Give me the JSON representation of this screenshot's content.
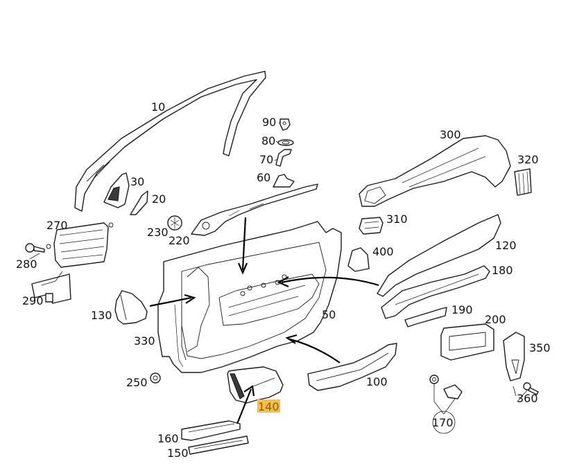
{
  "diagram": {
    "highlight_color": "#f5c04a",
    "callouts": [
      {
        "id": "10",
        "label": "10"
      },
      {
        "id": "20",
        "label": "20"
      },
      {
        "id": "30",
        "label": "30"
      },
      {
        "id": "50",
        "label": "50"
      },
      {
        "id": "60",
        "label": "60"
      },
      {
        "id": "70",
        "label": "70"
      },
      {
        "id": "80",
        "label": "80"
      },
      {
        "id": "90",
        "label": "90"
      },
      {
        "id": "100",
        "label": "100"
      },
      {
        "id": "120",
        "label": "120"
      },
      {
        "id": "130",
        "label": "130"
      },
      {
        "id": "140",
        "label": "140",
        "highlighted": true
      },
      {
        "id": "150",
        "label": "150"
      },
      {
        "id": "160",
        "label": "160"
      },
      {
        "id": "170",
        "label": "170"
      },
      {
        "id": "180",
        "label": "180"
      },
      {
        "id": "190",
        "label": "190"
      },
      {
        "id": "200",
        "label": "200"
      },
      {
        "id": "220",
        "label": "220"
      },
      {
        "id": "230",
        "label": "230"
      },
      {
        "id": "250",
        "label": "250"
      },
      {
        "id": "270",
        "label": "270"
      },
      {
        "id": "280",
        "label": "280"
      },
      {
        "id": "290",
        "label": "290"
      },
      {
        "id": "300",
        "label": "300"
      },
      {
        "id": "310",
        "label": "310"
      },
      {
        "id": "320",
        "label": "320"
      },
      {
        "id": "330",
        "label": "330"
      },
      {
        "id": "350",
        "label": "350"
      },
      {
        "id": "360",
        "label": "360"
      },
      {
        "id": "400",
        "label": "400"
      }
    ]
  }
}
